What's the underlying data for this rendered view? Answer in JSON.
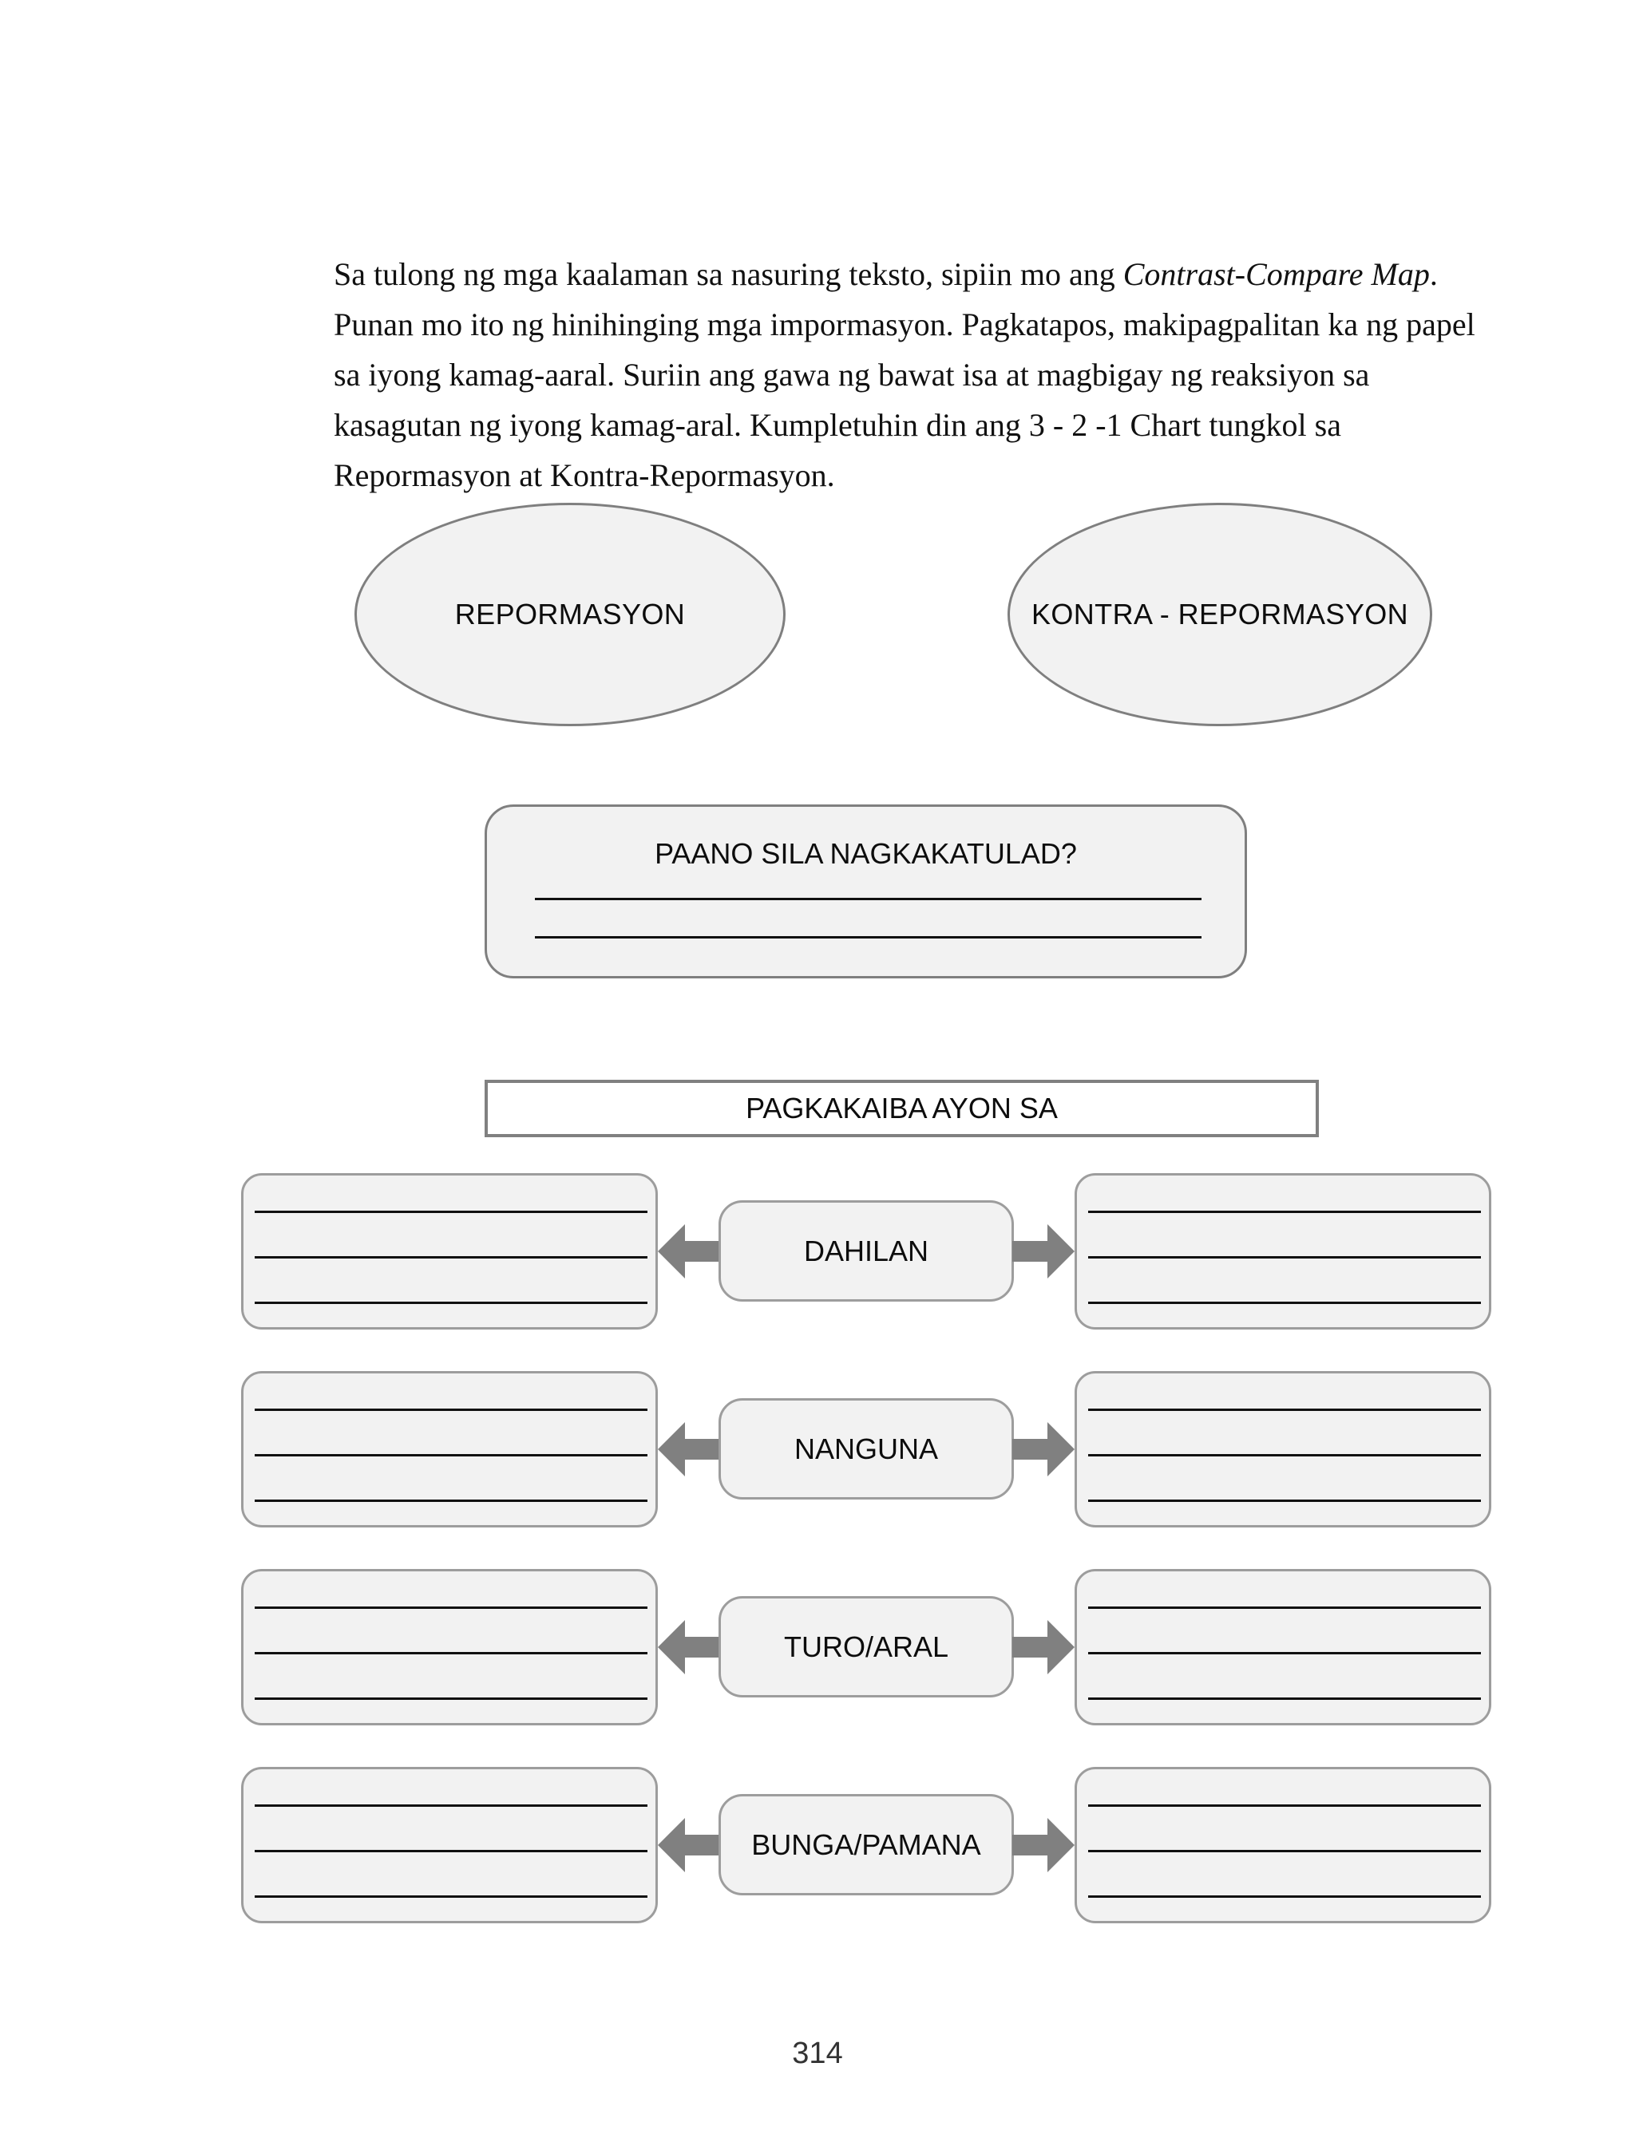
{
  "instructions": {
    "part1": "Sa tulong ng mga kaalaman sa nasuring teksto, sipiin mo ang ",
    "emphasis": "Contrast-Compare Map",
    "part2": ". Punan mo ito ng hinihinging mga impormasyon. Pagkatapos, makipagpalitan ka ng papel sa iyong kamag-aaral. Suriin ang gawa ng bawat isa at magbigay ng reaksiyon sa kasagutan ng iyong kamag-aral. Kumpletuhin din ang 3 - 2 -1 Chart tungkol sa Repormasyon at Kontra-Repormasyon."
  },
  "ellipses": {
    "left": "REPORMASYON",
    "right": "KONTRA - REPORMASYON"
  },
  "similarity": {
    "title": "PAANO SILA NAGKAKATULAD?",
    "blank_lines": 2
  },
  "difference": {
    "header": "PAGKAKAIBA AYON SA",
    "rows": [
      {
        "label": "DAHILAN",
        "left_lines": 3,
        "right_lines": 3
      },
      {
        "label": "NANGUNA",
        "left_lines": 3,
        "right_lines": 3
      },
      {
        "label": "TURO/ARAL",
        "left_lines": 3,
        "right_lines": 3
      },
      {
        "label": "BUNGA/PAMANA",
        "left_lines": 3,
        "right_lines": 3
      }
    ]
  },
  "page_number": "314",
  "colors": {
    "shape_fill": "#F2F2F2",
    "shape_border": "#7F7F7F",
    "box_border": "#9D9D9D",
    "arrow": "#808080",
    "rule_line": "#111111",
    "text": "#0D0D0D",
    "page_background": "#FFFFFF"
  }
}
